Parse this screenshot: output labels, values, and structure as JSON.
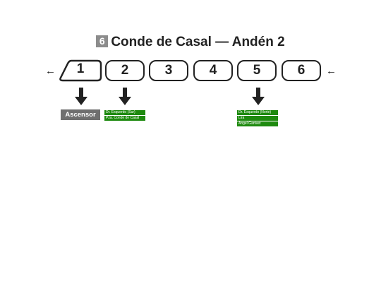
{
  "title": {
    "line_number": "6",
    "text": "Conde de Casal — Andén 2"
  },
  "direction_arrows": {
    "left": "←",
    "right": "←"
  },
  "cars": [
    "1",
    "2",
    "3",
    "4",
    "5",
    "6"
  ],
  "elevator": "Ascensor",
  "exits": {
    "car2": [
      "Dr. Esquerdo (Sur)",
      "Pza. Conde de Casal"
    ],
    "car5": [
      "Dr. Esquerdo (Norte)",
      "Lira",
      "Ángel Ganivet"
    ]
  },
  "colors": {
    "line_badge": "#8c8c8c",
    "exit_green": "#1e8a0f",
    "elevator_gray": "#6f6f6f"
  }
}
